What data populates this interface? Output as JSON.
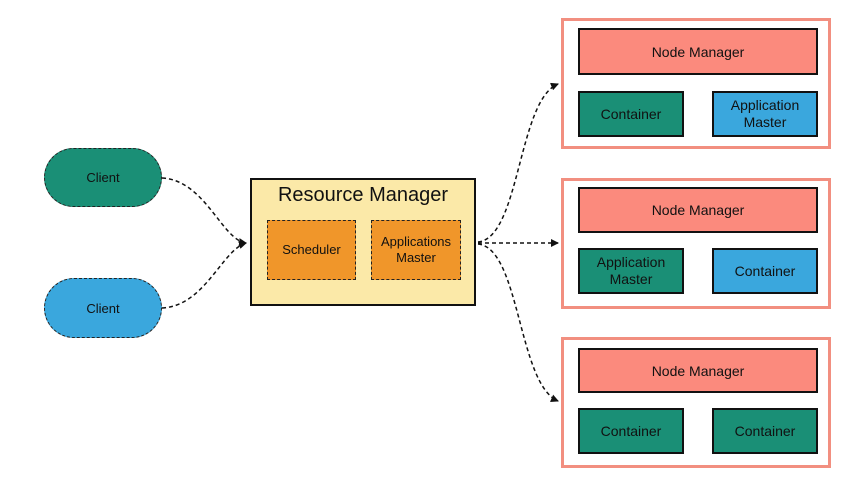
{
  "clients": [
    {
      "label": "Client",
      "color": "#1a8f76"
    },
    {
      "label": "Client",
      "color": "#3aa7dd"
    }
  ],
  "resource_manager": {
    "title": "Resource Manager",
    "scheduler": "Scheduler",
    "applications_master": "Applications Master"
  },
  "node_groups": [
    {
      "node_manager": "Node Manager",
      "cells": [
        {
          "label": "Container",
          "color": "#1a8f76"
        },
        {
          "label": "Application Master",
          "color": "#3aa7dd"
        }
      ]
    },
    {
      "node_manager": "Node Manager",
      "cells": [
        {
          "label": "Application Master",
          "color": "#1a8f76"
        },
        {
          "label": "Container",
          "color": "#3aa7dd"
        }
      ]
    },
    {
      "node_manager": "Node Manager",
      "cells": [
        {
          "label": "Container",
          "color": "#1a8f76"
        },
        {
          "label": "Container",
          "color": "#1a8f76"
        }
      ]
    }
  ],
  "colors": {
    "resource_manager_bg": "#fbe9a8",
    "scheduler_bg": "#f0962a",
    "node_manager_bg": "#fb8a7d",
    "node_frame_border": "#f28f80"
  }
}
